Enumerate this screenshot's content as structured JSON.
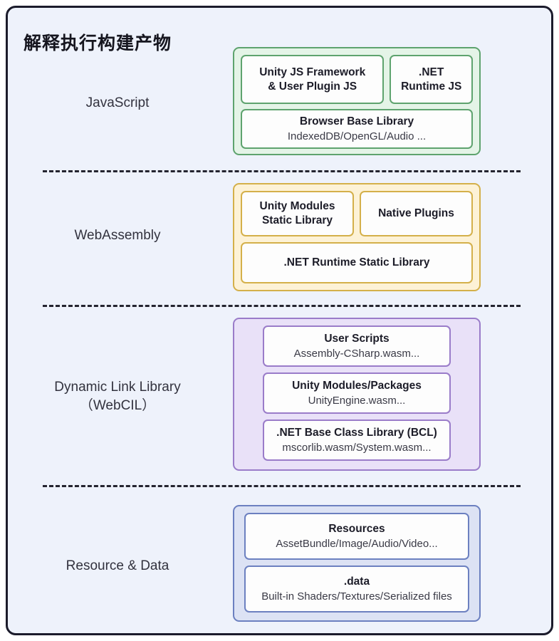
{
  "title": "解释执行构建产物",
  "colors": {
    "frame_border": "#1b1b2b",
    "background": "#eef2fb",
    "javascript_fill": "#e4f4e7",
    "javascript_border": "#5ea36e",
    "webassembly_fill": "#fdf2d6",
    "webassembly_border": "#d4b04a",
    "webcil_fill": "#e9e1f8",
    "webcil_border": "#9a7cc9",
    "resource_fill": "#dce2f4",
    "resource_border": "#6c80c0",
    "divider": "#24242f"
  },
  "rows": {
    "javascript": {
      "label": "JavaScript",
      "cards": {
        "unity_js": {
          "title_line1": "Unity JS Framework",
          "title_line2": "& User Plugin JS"
        },
        "dotnet_js": {
          "title_line1": ".NET",
          "title_line2": "Runtime JS"
        },
        "browser_base": {
          "title": "Browser Base Library",
          "sub": "IndexedDB/OpenGL/Audio ..."
        }
      }
    },
    "webassembly": {
      "label": "WebAssembly",
      "cards": {
        "unity_modules": {
          "title_line1": "Unity Modules",
          "title_line2": "Static Library"
        },
        "native_plugins": {
          "title": "Native Plugins"
        },
        "dotnet_runtime": {
          "title": ".NET Runtime Static Library"
        }
      }
    },
    "webcil": {
      "label_line1": "Dynamic Link Library",
      "label_line2": "（WebCIL）",
      "cards": {
        "user_scripts": {
          "title": "User Scripts",
          "sub": "Assembly-CSharp.wasm..."
        },
        "unity_modules_packages": {
          "title": "Unity Modules/Packages",
          "sub": "UnityEngine.wasm..."
        },
        "bcl": {
          "title": ".NET Base Class Library (BCL)",
          "sub": "mscorlib.wasm/System.wasm..."
        }
      }
    },
    "resource": {
      "label": "Resource & Data",
      "cards": {
        "resources": {
          "title": "Resources",
          "sub": "AssetBundle/Image/Audio/Video..."
        },
        "data": {
          "title": ".data",
          "sub": "Built-in Shaders/Textures/Serialized files"
        }
      }
    }
  }
}
